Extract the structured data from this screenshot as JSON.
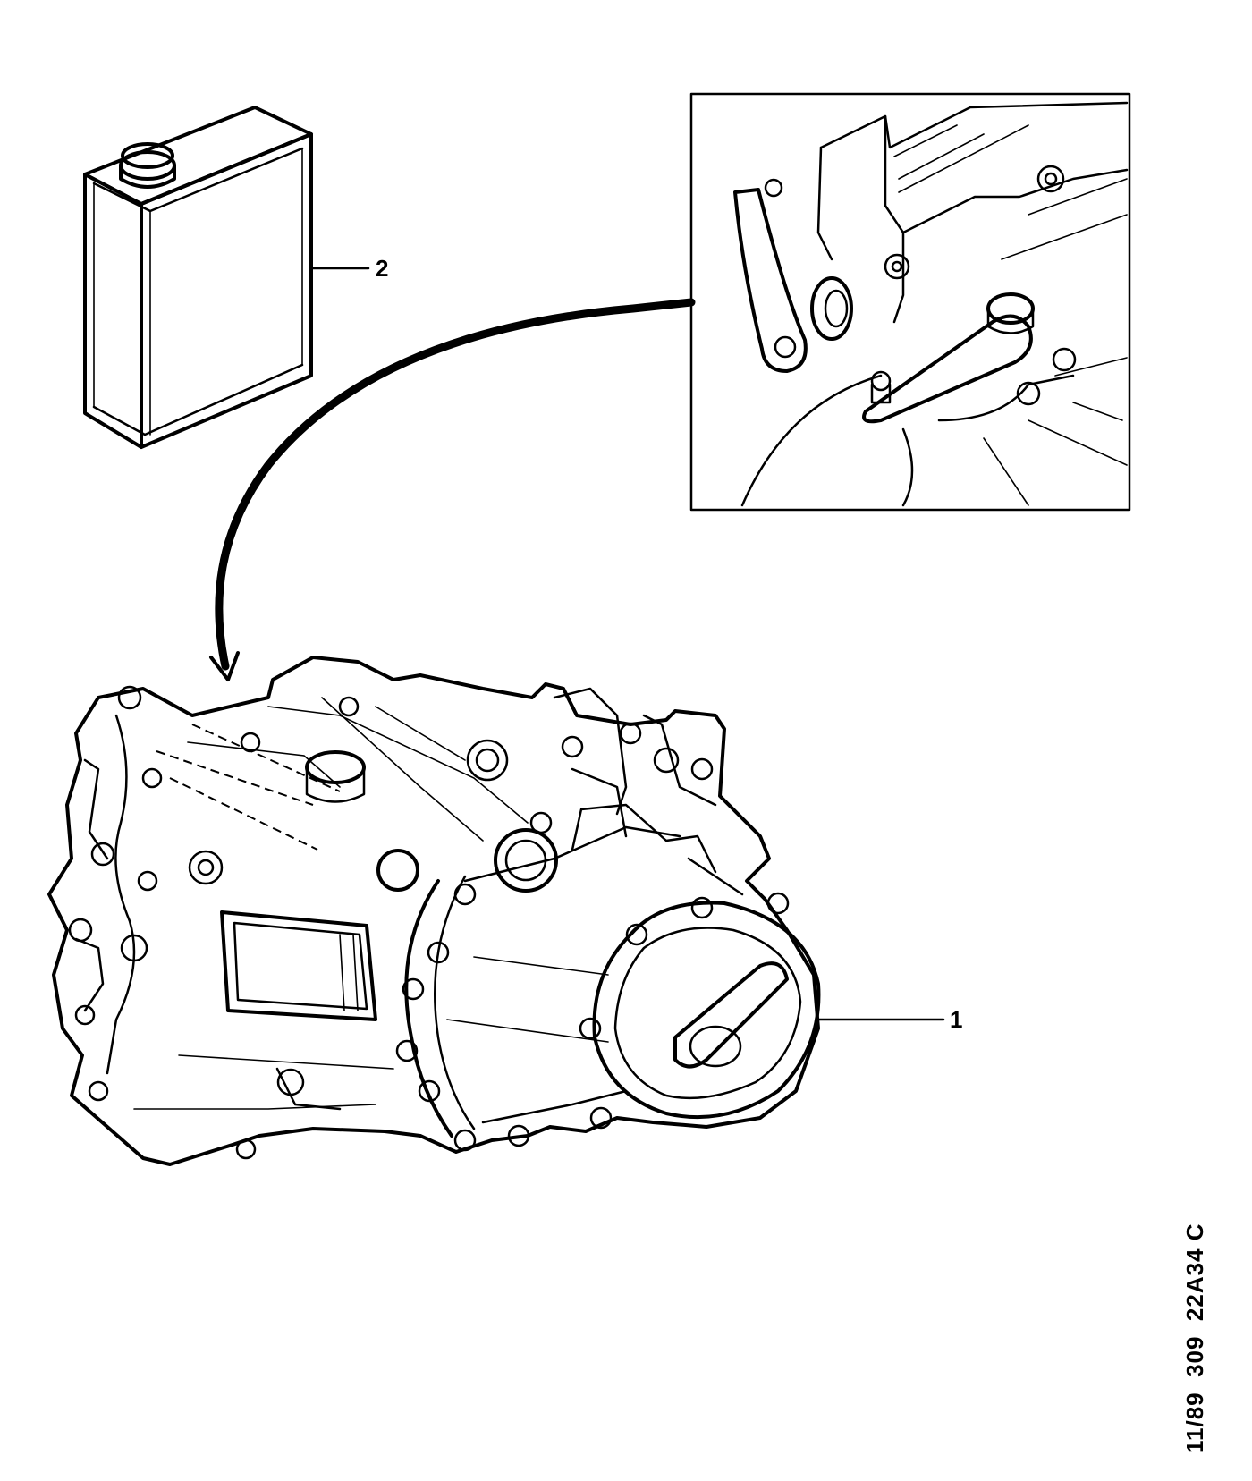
{
  "callouts": [
    {
      "id": "1",
      "label": "1",
      "part": "gearbox"
    },
    {
      "id": "2",
      "label": "2",
      "part": "oil-can"
    }
  ],
  "reference_code": "11/89  309  22A34 C",
  "colors": {
    "line": "#000000",
    "background": "#ffffff"
  }
}
